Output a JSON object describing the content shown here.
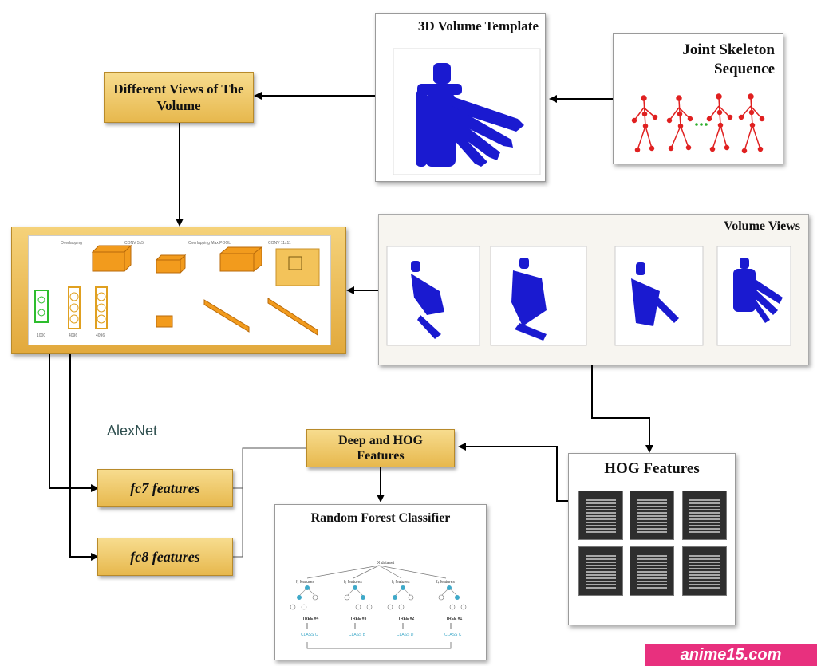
{
  "nodes": {
    "joint_skeleton": "Joint Skeleton\nSequence",
    "volume_template": "3D Volume Template",
    "different_views": "Different Views of The\nVolume",
    "volume_views": "Volume Views",
    "hog_features": "HOG Features",
    "deep_hog": "Deep and HOG\nFeatures",
    "random_forest": "Random Forest Classifier",
    "fc7": "fc7 features",
    "fc8": "fc8 features",
    "alexnet": "AlexNet"
  },
  "forest": {
    "dataset": "X dataset",
    "features": [
      "f₃ features",
      "f₂ features",
      "f₁ features",
      "f₄ features"
    ],
    "trees": [
      "TREE #1",
      "TREE #2",
      "TREE #3",
      "TREE #4"
    ],
    "classes": [
      "CLASS C",
      "CLASS D",
      "CLASS B",
      "CLASS C"
    ]
  },
  "colors": {
    "node_fill": "#e7b84d",
    "skeleton": "#e02020",
    "volume": "#1a1ad0",
    "forest_node": "#3fa9c9",
    "badge": "#e8307e"
  },
  "watermark": "anime15.com"
}
